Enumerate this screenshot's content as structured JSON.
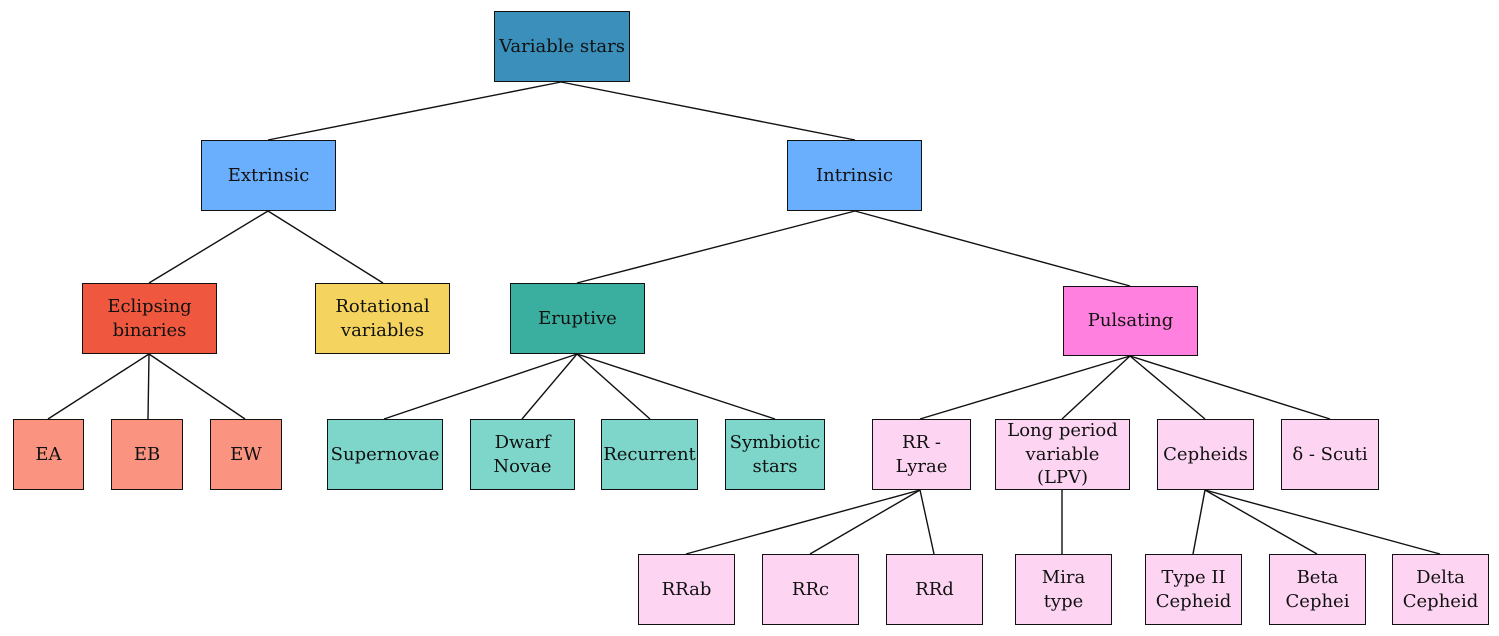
{
  "diagram": {
    "nodes": [
      {
        "id": "variable-stars",
        "label": "Variable stars",
        "color": "#3a90ba"
      },
      {
        "id": "extrinsic",
        "label": "Extrinsic",
        "color": "#6aaefe"
      },
      {
        "id": "intrinsic",
        "label": "Intrinsic",
        "color": "#6aaefe"
      },
      {
        "id": "eclipsing-binaries",
        "label": "Eclipsing\nbinaries",
        "color": "#ef583f"
      },
      {
        "id": "rotational-variables",
        "label": "Rotational\nvariables",
        "color": "#f4d35e"
      },
      {
        "id": "eruptive",
        "label": "Eruptive",
        "color": "#3aaf9f"
      },
      {
        "id": "pulsating",
        "label": "Pulsating",
        "color": "#ff80de"
      },
      {
        "id": "ea",
        "label": "EA",
        "color": "#fa9480"
      },
      {
        "id": "eb",
        "label": "EB",
        "color": "#fa9480"
      },
      {
        "id": "ew",
        "label": "EW",
        "color": "#fa9480"
      },
      {
        "id": "supernovae",
        "label": "Supernovae",
        "color": "#7dd6c9"
      },
      {
        "id": "dwarf-novae",
        "label": "Dwarf\nNovae",
        "color": "#7dd6c9"
      },
      {
        "id": "recurrent",
        "label": "Recurrent",
        "color": "#7dd6c9"
      },
      {
        "id": "symbiotic-stars",
        "label": "Symbiotic\nstars",
        "color": "#7dd6c9"
      },
      {
        "id": "rr-lyrae",
        "label": "RR - Lyrae",
        "color": "#fdd5f2"
      },
      {
        "id": "lpv",
        "label": "Long period\nvariable (LPV)",
        "color": "#fdd5f2"
      },
      {
        "id": "cepheids",
        "label": "Cepheids",
        "color": "#fdd5f2"
      },
      {
        "id": "delta-scuti",
        "label": "δ - Scuti",
        "color": "#fdd5f2"
      },
      {
        "id": "rrab",
        "label": "RRab",
        "color": "#fdd5f2"
      },
      {
        "id": "rrc",
        "label": "RRc",
        "color": "#fdd5f2"
      },
      {
        "id": "rrd",
        "label": "RRd",
        "color": "#fdd5f2"
      },
      {
        "id": "mira-type",
        "label": "Mira type",
        "color": "#fdd5f2"
      },
      {
        "id": "type-ii-cepheid",
        "label": "Type II\nCepheid",
        "color": "#fdd5f2"
      },
      {
        "id": "beta-cephei",
        "label": "Beta\nCephei",
        "color": "#fdd5f2"
      },
      {
        "id": "delta-cepheid",
        "label": "Delta\nCepheid",
        "color": "#fdd5f2"
      }
    ],
    "edges": [
      [
        "variable-stars",
        "extrinsic"
      ],
      [
        "variable-stars",
        "intrinsic"
      ],
      [
        "extrinsic",
        "eclipsing-binaries"
      ],
      [
        "extrinsic",
        "rotational-variables"
      ],
      [
        "intrinsic",
        "eruptive"
      ],
      [
        "intrinsic",
        "pulsating"
      ],
      [
        "eclipsing-binaries",
        "ea"
      ],
      [
        "eclipsing-binaries",
        "eb"
      ],
      [
        "eclipsing-binaries",
        "ew"
      ],
      [
        "eruptive",
        "supernovae"
      ],
      [
        "eruptive",
        "dwarf-novae"
      ],
      [
        "eruptive",
        "recurrent"
      ],
      [
        "eruptive",
        "symbiotic-stars"
      ],
      [
        "pulsating",
        "rr-lyrae"
      ],
      [
        "pulsating",
        "lpv"
      ],
      [
        "pulsating",
        "cepheids"
      ],
      [
        "pulsating",
        "delta-scuti"
      ],
      [
        "rr-lyrae",
        "rrab"
      ],
      [
        "rr-lyrae",
        "rrc"
      ],
      [
        "rr-lyrae",
        "rrd"
      ],
      [
        "lpv",
        "mira-type"
      ],
      [
        "cepheids",
        "type-ii-cepheid"
      ],
      [
        "cepheids",
        "beta-cephei"
      ],
      [
        "cepheids",
        "delta-cepheid"
      ]
    ]
  }
}
